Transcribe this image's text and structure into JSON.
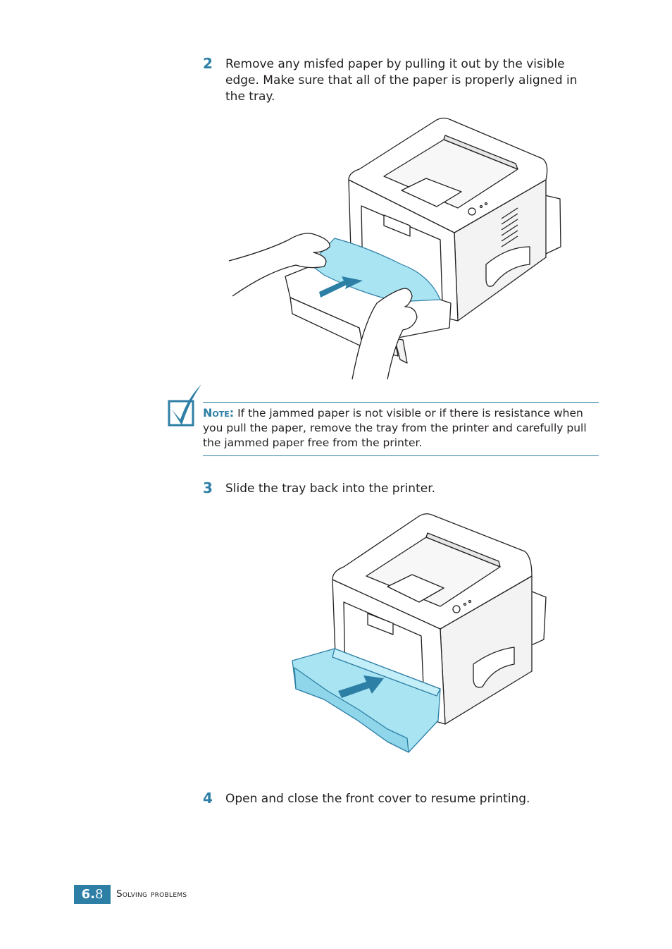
{
  "steps": [
    {
      "number": "2",
      "text": "Remove any misfed paper by pulling it out by the visible edge. Make sure that all of the paper is properly aligned in the tray."
    },
    {
      "number": "3",
      "text": "Slide the tray back into the printer."
    },
    {
      "number": "4",
      "text": "Open and close the front cover to resume printing."
    }
  ],
  "note": {
    "label": "Note:",
    "text": "If the jammed paper is not visible or if there is resistance when you pull the paper, remove the tray from the printer and carefully pull the jammed paper free from the printer."
  },
  "footer": {
    "page_major": "6.",
    "page_minor": "8",
    "section": "Solving problems"
  },
  "colors": {
    "accent": "#2e7fa6",
    "paper_highlight": "#a9e4f2",
    "line_art": "#231f20"
  },
  "icons": {
    "note": "checkmark-icon",
    "pull_direction": "arrow-left-icon",
    "push_direction": "arrow-right-icon"
  }
}
